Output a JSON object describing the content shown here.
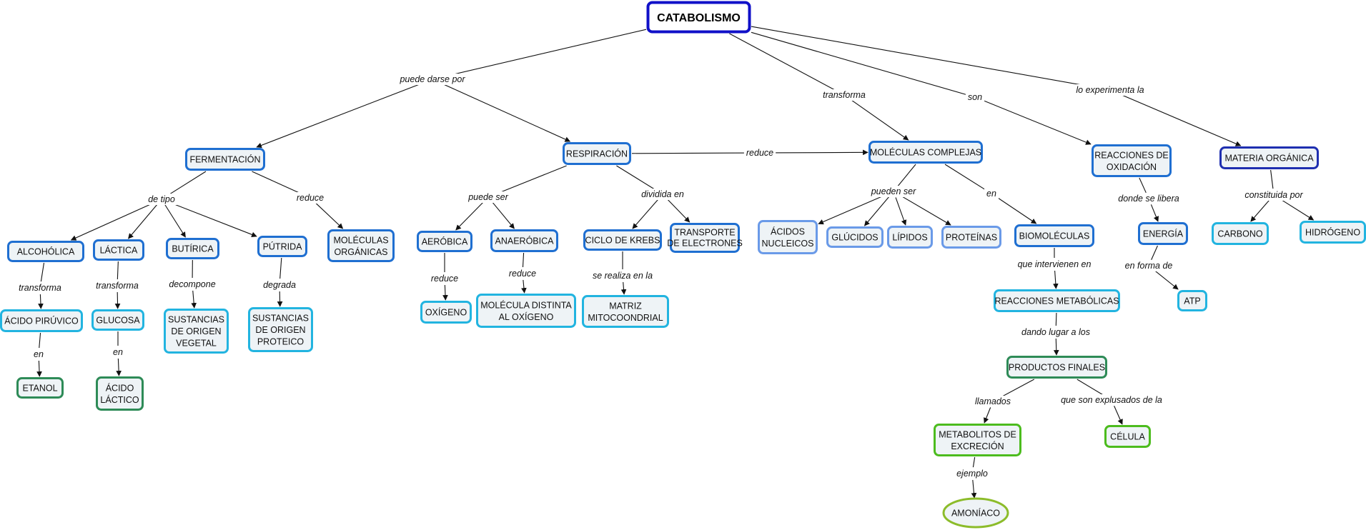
{
  "colors": {
    "root": "#1010c8",
    "blue": "#1f6fd1",
    "navy": "#1f2fb0",
    "cyan": "#22b4e0",
    "lightblue": "#6a9ae8",
    "green": "#2e8b57",
    "lime": "#4cbc1e",
    "olive": "#8cbc2a",
    "fill": "#eef3f6"
  },
  "nodes": [
    {
      "id": "catabolismo",
      "lines": [
        "CATABOLISMO"
      ],
      "color": "root"
    },
    {
      "id": "fermentacion",
      "lines": [
        "FERMENTACIÓN"
      ],
      "color": "blue"
    },
    {
      "id": "respiracion",
      "lines": [
        "RESPIRACIÓN"
      ],
      "color": "blue"
    },
    {
      "id": "moleculas_complejas",
      "lines": [
        "MOLÉCULAS COMPLEJAS"
      ],
      "color": "blue"
    },
    {
      "id": "reacciones_oxidacion",
      "lines": [
        "REACCIONES DE",
        "OXIDACIÓN"
      ],
      "color": "blue"
    },
    {
      "id": "materia_organica",
      "lines": [
        "MATERIA ORGÁNICA"
      ],
      "color": "navy"
    },
    {
      "id": "alcoholica",
      "lines": [
        "ALCOHÓLICA"
      ],
      "color": "blue"
    },
    {
      "id": "lactica",
      "lines": [
        "LÁCTICA"
      ],
      "color": "blue"
    },
    {
      "id": "butirica",
      "lines": [
        "BUTÍRICA"
      ],
      "color": "blue"
    },
    {
      "id": "putrida",
      "lines": [
        "PÚTRIDA"
      ],
      "color": "blue"
    },
    {
      "id": "moleculas_organicas",
      "lines": [
        "MOLÉCULAS",
        "ORGÁNICAS"
      ],
      "color": "blue"
    },
    {
      "id": "acido_piruvico",
      "lines": [
        "ÁCIDO PIRÚVICO"
      ],
      "color": "cyan"
    },
    {
      "id": "glucosa",
      "lines": [
        "GLUCOSA"
      ],
      "color": "cyan"
    },
    {
      "id": "sust_vegetal",
      "lines": [
        "SUSTANCIAS",
        "DE ORIGEN",
        "VEGETAL"
      ],
      "color": "cyan"
    },
    {
      "id": "sust_proteico",
      "lines": [
        "SUSTANCIAS",
        "DE ORIGEN",
        "PROTEICO"
      ],
      "color": "cyan"
    },
    {
      "id": "etanol",
      "lines": [
        "ETANOL"
      ],
      "color": "green"
    },
    {
      "id": "acido_lactico",
      "lines": [
        "ÁCIDO",
        "LÁCTICO"
      ],
      "color": "green"
    },
    {
      "id": "aerobica",
      "lines": [
        "AERÓBICA"
      ],
      "color": "blue"
    },
    {
      "id": "anaerobica",
      "lines": [
        "ANAERÓBICA"
      ],
      "color": "blue"
    },
    {
      "id": "ciclo_krebs",
      "lines": [
        "CICLO DE KREBS"
      ],
      "color": "blue"
    },
    {
      "id": "transporte",
      "lines": [
        "TRANSPORTE",
        "DE ELECTRONES"
      ],
      "color": "blue",
      "small": true
    },
    {
      "id": "oxigeno",
      "lines": [
        "OXÍGENO"
      ],
      "color": "cyan"
    },
    {
      "id": "molecula_distinta",
      "lines": [
        "MOLÉCULA DISTINTA",
        "AL OXÍGENO"
      ],
      "color": "cyan"
    },
    {
      "id": "matriz",
      "lines": [
        "MATRIZ",
        "MITOCOONDRIAL"
      ],
      "color": "cyan"
    },
    {
      "id": "acidos_nucleicos",
      "lines": [
        "ÁCIDOS",
        "NUCLEICOS"
      ],
      "color": "lightblue"
    },
    {
      "id": "glucidos",
      "lines": [
        "GLÚCIDOS"
      ],
      "color": "lightblue"
    },
    {
      "id": "lipidos",
      "lines": [
        "LÍPIDOS"
      ],
      "color": "lightblue"
    },
    {
      "id": "proteinas",
      "lines": [
        "PROTEÍNAS"
      ],
      "color": "lightblue"
    },
    {
      "id": "biomoleculas",
      "lines": [
        "BIOMOLÉCULAS"
      ],
      "color": "blue"
    },
    {
      "id": "reacciones_metabolicas",
      "lines": [
        "REACCIONES METABÓLICAS"
      ],
      "color": "cyan"
    },
    {
      "id": "productos_finales",
      "lines": [
        "PRODUCTOS FINALES"
      ],
      "color": "green"
    },
    {
      "id": "metabolitos",
      "lines": [
        "METABOLITOS DE",
        "EXCRECIÓN"
      ],
      "color": "lime"
    },
    {
      "id": "celula",
      "lines": [
        "CÉLULA"
      ],
      "color": "lime"
    },
    {
      "id": "amoniaco",
      "lines": [
        "AMONÍACO"
      ],
      "color": "olive",
      "ellipse": true
    },
    {
      "id": "energia",
      "lines": [
        "ENERGÍA"
      ],
      "color": "blue"
    },
    {
      "id": "atp",
      "lines": [
        "ATP"
      ],
      "color": "cyan"
    },
    {
      "id": "carbono",
      "lines": [
        "CARBONO"
      ],
      "color": "cyan"
    },
    {
      "id": "hidrogeno",
      "lines": [
        "HIDRÓGENO"
      ],
      "color": "cyan"
    }
  ],
  "link_labels": [
    {
      "id": "l_puede_darse",
      "text": "puede darse por"
    },
    {
      "id": "l_transforma_main",
      "text": "transforma"
    },
    {
      "id": "l_son",
      "text": "son"
    },
    {
      "id": "l_experimenta",
      "text": "lo experimenta la"
    },
    {
      "id": "l_reduce_resp",
      "text": "reduce"
    },
    {
      "id": "l_de_tipo",
      "text": "de tipo"
    },
    {
      "id": "l_reduce_ferm",
      "text": "reduce"
    },
    {
      "id": "l_transforma_alc",
      "text": "transforma"
    },
    {
      "id": "l_transforma_lac",
      "text": "transforma"
    },
    {
      "id": "l_decompone",
      "text": "decompone"
    },
    {
      "id": "l_degrada",
      "text": "degrada"
    },
    {
      "id": "l_en_alc",
      "text": "en"
    },
    {
      "id": "l_en_lac",
      "text": "en"
    },
    {
      "id": "l_puede_ser",
      "text": "puede ser"
    },
    {
      "id": "l_dividida",
      "text": "dividida en"
    },
    {
      "id": "l_reduce_aer",
      "text": "reduce"
    },
    {
      "id": "l_reduce_anaer",
      "text": "reduce"
    },
    {
      "id": "l_se_realiza",
      "text": "se realiza en la"
    },
    {
      "id": "l_pueden_ser",
      "text": "pueden ser"
    },
    {
      "id": "l_en_mol",
      "text": "en"
    },
    {
      "id": "l_intervienen",
      "text": "que intervienen en"
    },
    {
      "id": "l_dando_lugar",
      "text": "dando lugar a los"
    },
    {
      "id": "l_llamados",
      "text": "llamados"
    },
    {
      "id": "l_expulsados",
      "text": "que son explusados de la"
    },
    {
      "id": "l_ejemplo",
      "text": "ejemplo"
    },
    {
      "id": "l_donde_libera",
      "text": "donde se libera"
    },
    {
      "id": "l_en_forma",
      "text": "en forma de"
    },
    {
      "id": "l_constituida",
      "text": "constituida por"
    }
  ]
}
